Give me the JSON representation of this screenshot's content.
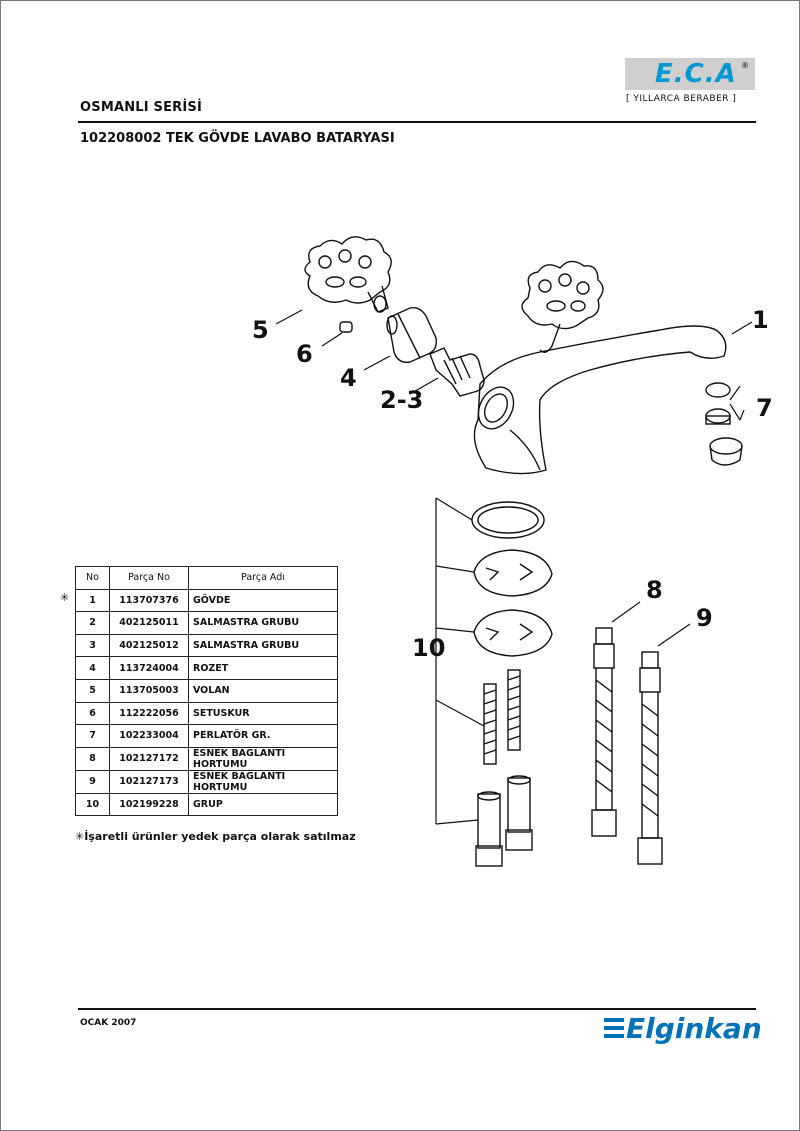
{
  "header": {
    "series": "OSMANLI SERİSİ",
    "product": "102208002 TEK GÖVDE LAVABO BATARYASI"
  },
  "logo": {
    "brand": "E.C.A",
    "registered": "®",
    "slogan": "[ YILLARCA BERABER ]",
    "brand_color": "#0098d4"
  },
  "callouts": [
    "1",
    "2-3",
    "4",
    "5",
    "6",
    "7",
    "8",
    "9",
    "10"
  ],
  "table": {
    "headers": [
      "No",
      "Parça No",
      "Parça Adı"
    ],
    "rows": [
      {
        "no": "1",
        "part_no": "113707376",
        "name": "GÖVDE"
      },
      {
        "no": "2",
        "part_no": "402125011",
        "name": "SALMASTRA GRUBU"
      },
      {
        "no": "3",
        "part_no": "402125012",
        "name": "SALMASTRA GRUBU"
      },
      {
        "no": "4",
        "part_no": "113724004",
        "name": "ROZET"
      },
      {
        "no": "5",
        "part_no": "113705003",
        "name": "VOLAN"
      },
      {
        "no": "6",
        "part_no": "112222056",
        "name": "SETUSKUR"
      },
      {
        "no": "7",
        "part_no": "102233004",
        "name": "PERLATÖR GR."
      },
      {
        "no": "8",
        "part_no": "102127172",
        "name": "ESNEK BAĞLANTI HORTUMU"
      },
      {
        "no": "9",
        "part_no": "102127173",
        "name": "ESNEK BAĞLANTI HORTUMU"
      },
      {
        "no": "10",
        "part_no": "102199228",
        "name": "GRUP"
      }
    ],
    "asterisk": "✳"
  },
  "note": "✳İşaretli ürünler yedek parça olarak satılmaz",
  "footer": {
    "date": "OCAK 2007",
    "company": "Elginkan",
    "company_color": "#0072b8"
  }
}
